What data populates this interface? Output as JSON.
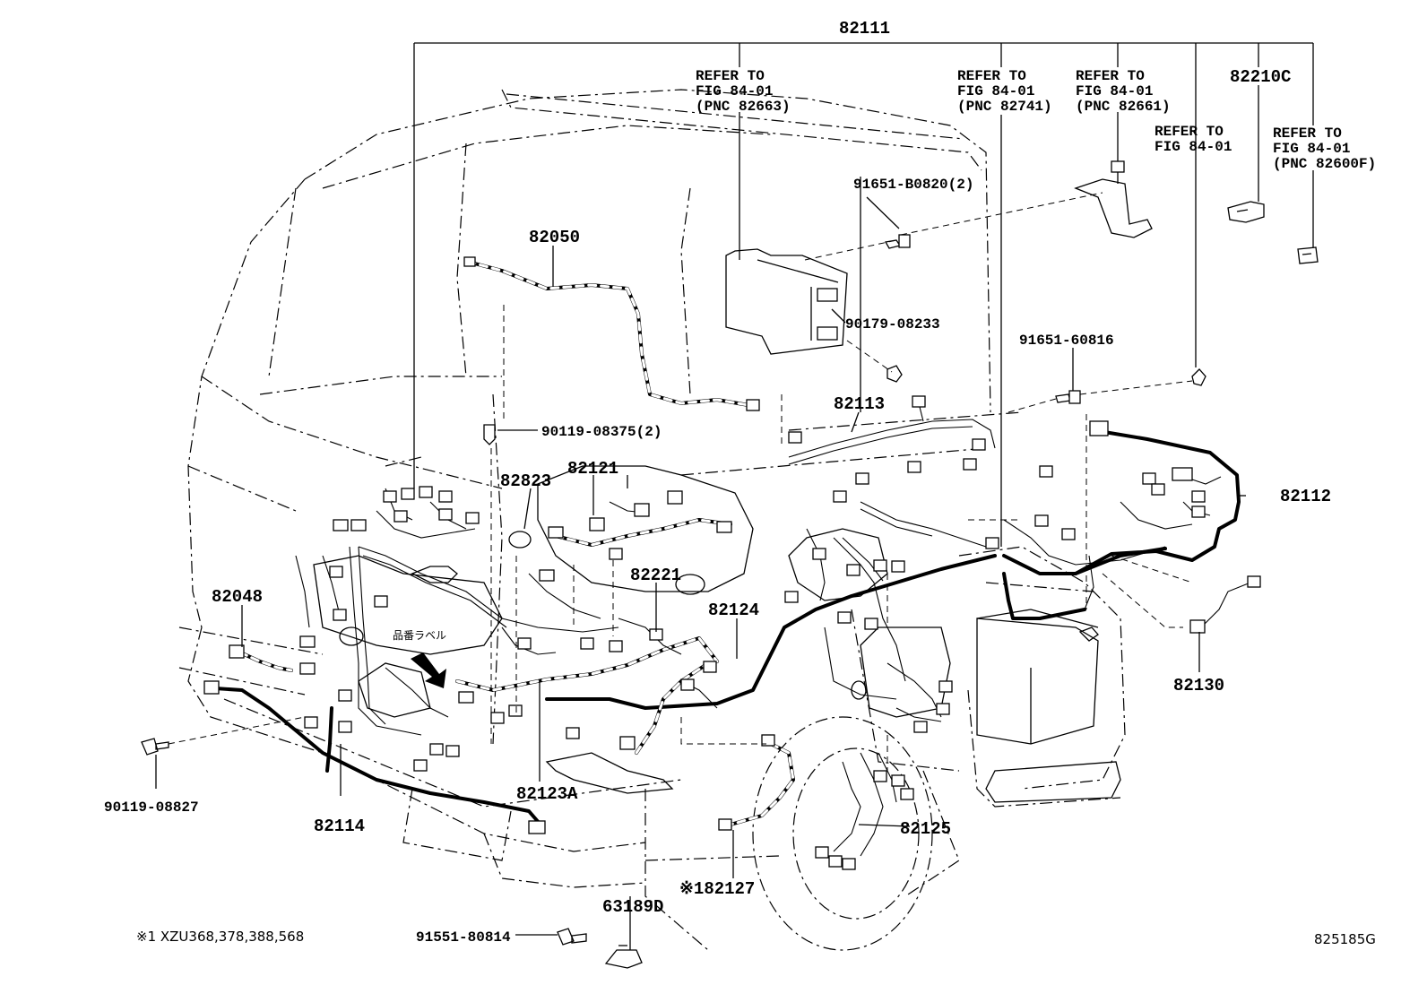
{
  "labels": {
    "p82111": "82111",
    "p82210c": "82210C",
    "p82050": "82050",
    "p82113": "82113",
    "p82112": "82112",
    "p82823": "82823",
    "p82121": "82121",
    "p82221": "82221",
    "p82124": "82124",
    "p82048": "82048",
    "p82130": "82130",
    "p82123a": "82123A",
    "p82114": "82114",
    "p82125": "82125",
    "p82127": "※182127",
    "p63189d": "63189D",
    "b91651_b0820": "91651-B0820(2)",
    "b90179_08233": "90179-08233",
    "b91651_60816": "91651-60816",
    "b90119_08375": "90119-08375(2)",
    "b90119_08827": "90119-08827",
    "b91551_80814": "91551-80814",
    "jp_label": "品番ラベル",
    "footnote": "※1 XZU368,378,388,568",
    "figure_code": "825185G"
  },
  "refs": [
    {
      "l1": "REFER TO",
      "l2": "FIG 84-01",
      "l3": "(PNC 82663)"
    },
    {
      "l1": "REFER TO",
      "l2": "FIG 84-01",
      "l3": "(PNC 82741)"
    },
    {
      "l1": "REFER TO",
      "l2": "FIG 84-01",
      "l3": "(PNC 82661)"
    },
    {
      "l1": "REFER TO",
      "l2": "FIG 84-01"
    },
    {
      "l1": "REFER TO",
      "l2": "FIG 84-01",
      "l3": "(PNC 82600F)"
    }
  ]
}
